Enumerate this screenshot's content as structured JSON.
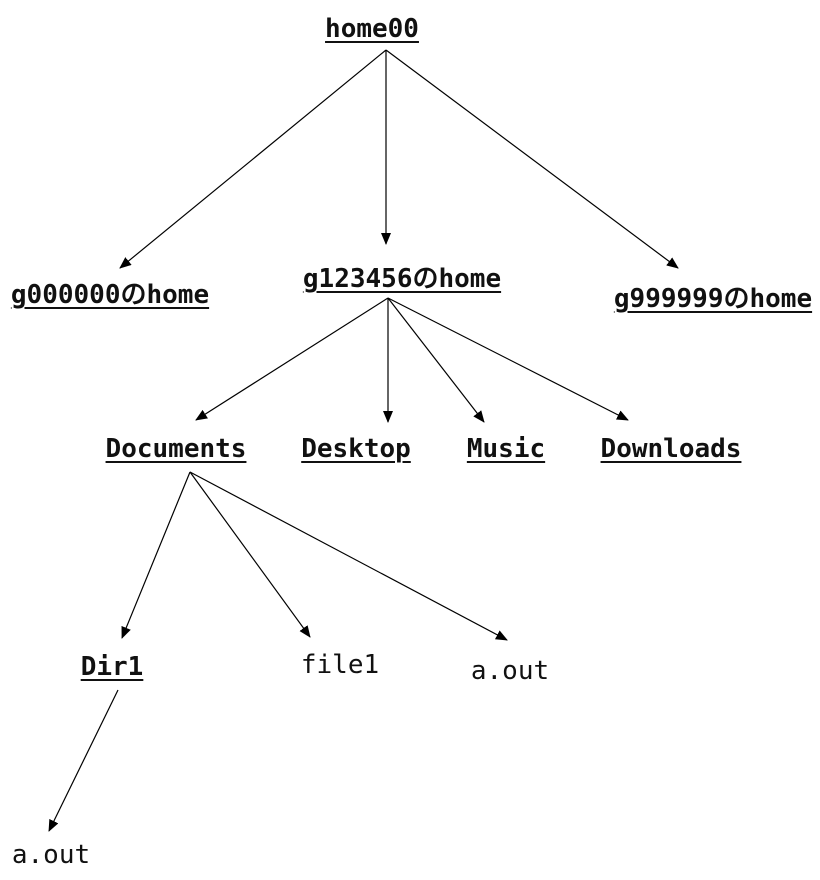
{
  "tree": {
    "root": "home00",
    "users": [
      "g000000のhome",
      "g123456のhome",
      "g999999のhome"
    ],
    "home_dirs": [
      "Documents",
      "Desktop",
      "Music",
      "Downloads"
    ],
    "documents_children": [
      "Dir1",
      "file1",
      "a.out"
    ],
    "dir1_children": [
      "a.out"
    ]
  }
}
